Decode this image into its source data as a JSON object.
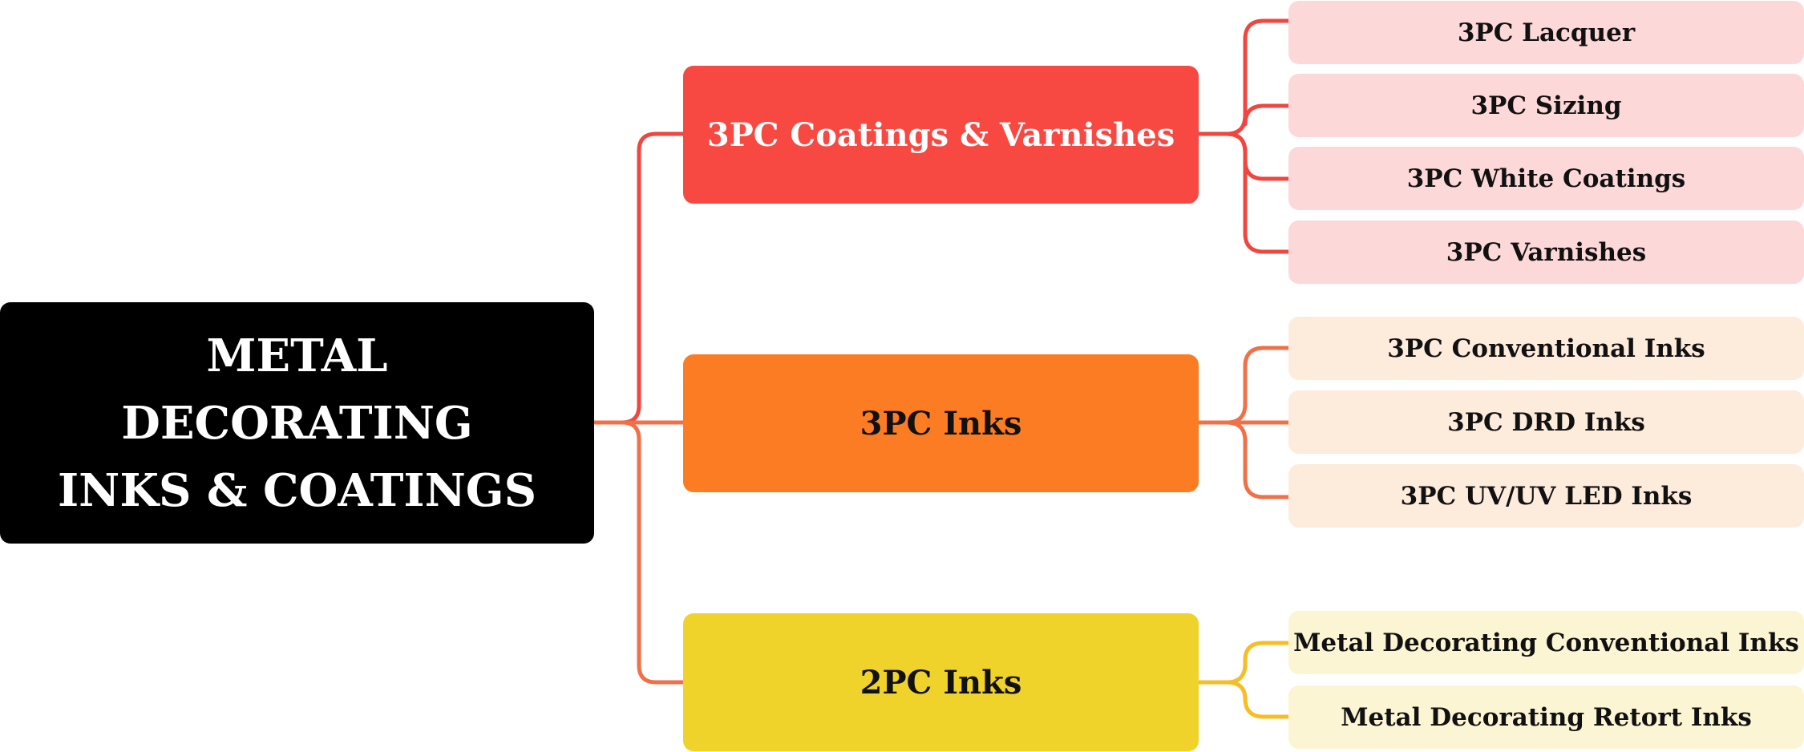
{
  "root": {
    "title": "METAL DECORATING INKS & COATINGS"
  },
  "categories": [
    {
      "label": "3PC Coatings & Varnishes",
      "color": "#f84842",
      "items": [
        "3PC Lacquer",
        "3PC Sizing",
        "3PC White Coatings",
        "3PC Varnishes"
      ]
    },
    {
      "label": "3PC Inks",
      "color": "#fc7c23",
      "items": [
        "3PC Conventional Inks",
        "3PC DRD Inks",
        "3PC UV/UV LED Inks"
      ]
    },
    {
      "label": "2PC Inks",
      "color": "#f0d32a",
      "items": [
        "Metal Decorating Conventional Inks",
        "Metal Decorating Retort Inks"
      ]
    }
  ],
  "colors": {
    "root_bg": "#000000",
    "connector_red": "#f0463f",
    "connector_orange": "#f07048",
    "connector_yellow": "#f7bd25"
  }
}
